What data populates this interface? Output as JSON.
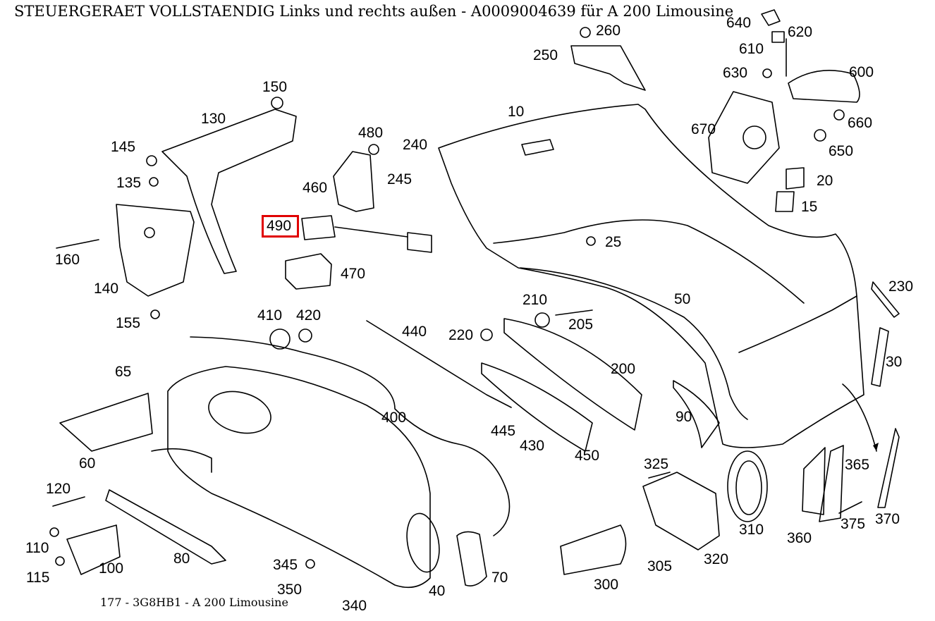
{
  "title": "STEUERGERAET VOLLSTAENDIG Links und rechts außen - A0009004639 für A 200 Limousine",
  "footer": "177 - 3G8HB1 - A 200 Limousine",
  "highlight_color": "#e00000",
  "highlighted_part": "490",
  "parts": [
    {
      "id": "p10",
      "text": "10"
    },
    {
      "id": "p15",
      "text": "15"
    },
    {
      "id": "p20",
      "text": "20"
    },
    {
      "id": "p25",
      "text": "25"
    },
    {
      "id": "p30",
      "text": "30"
    },
    {
      "id": "p40",
      "text": "40"
    },
    {
      "id": "p50",
      "text": "50"
    },
    {
      "id": "p60",
      "text": "60"
    },
    {
      "id": "p65",
      "text": "65"
    },
    {
      "id": "p70",
      "text": "70"
    },
    {
      "id": "p80",
      "text": "80"
    },
    {
      "id": "p90",
      "text": "90"
    },
    {
      "id": "p100",
      "text": "100"
    },
    {
      "id": "p110",
      "text": "110"
    },
    {
      "id": "p115",
      "text": "115"
    },
    {
      "id": "p120",
      "text": "120"
    },
    {
      "id": "p130",
      "text": "130"
    },
    {
      "id": "p135",
      "text": "135"
    },
    {
      "id": "p140",
      "text": "140"
    },
    {
      "id": "p145",
      "text": "145"
    },
    {
      "id": "p150",
      "text": "150"
    },
    {
      "id": "p155",
      "text": "155"
    },
    {
      "id": "p160",
      "text": "160"
    },
    {
      "id": "p200",
      "text": "200"
    },
    {
      "id": "p205",
      "text": "205"
    },
    {
      "id": "p210",
      "text": "210"
    },
    {
      "id": "p220",
      "text": "220"
    },
    {
      "id": "p230",
      "text": "230"
    },
    {
      "id": "p240",
      "text": "240"
    },
    {
      "id": "p245",
      "text": "245"
    },
    {
      "id": "p250",
      "text": "250"
    },
    {
      "id": "p260",
      "text": "260"
    },
    {
      "id": "p300",
      "text": "300"
    },
    {
      "id": "p305",
      "text": "305"
    },
    {
      "id": "p310",
      "text": "310"
    },
    {
      "id": "p320",
      "text": "320"
    },
    {
      "id": "p325",
      "text": "325"
    },
    {
      "id": "p340",
      "text": "340"
    },
    {
      "id": "p345",
      "text": "345"
    },
    {
      "id": "p350",
      "text": "350"
    },
    {
      "id": "p360",
      "text": "360"
    },
    {
      "id": "p365",
      "text": "365"
    },
    {
      "id": "p370",
      "text": "370"
    },
    {
      "id": "p375",
      "text": "375"
    },
    {
      "id": "p400",
      "text": "400"
    },
    {
      "id": "p410",
      "text": "410"
    },
    {
      "id": "p420",
      "text": "420"
    },
    {
      "id": "p430",
      "text": "430"
    },
    {
      "id": "p440",
      "text": "440"
    },
    {
      "id": "p445",
      "text": "445"
    },
    {
      "id": "p450",
      "text": "450"
    },
    {
      "id": "p460",
      "text": "460"
    },
    {
      "id": "p470",
      "text": "470"
    },
    {
      "id": "p480",
      "text": "480"
    },
    {
      "id": "p490",
      "text": "490"
    },
    {
      "id": "p600",
      "text": "600"
    },
    {
      "id": "p610",
      "text": "610"
    },
    {
      "id": "p620",
      "text": "620"
    },
    {
      "id": "p630",
      "text": "630"
    },
    {
      "id": "p640",
      "text": "640"
    },
    {
      "id": "p650",
      "text": "650"
    },
    {
      "id": "p660",
      "text": "660"
    },
    {
      "id": "p670",
      "text": "670"
    }
  ]
}
